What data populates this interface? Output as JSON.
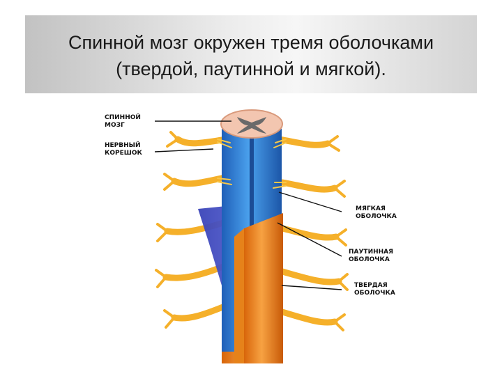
{
  "slide": {
    "title_line1": "Спинной мозг окружен тремя оболочками",
    "title_line2": "(твердой, паутинной и мягкой)."
  },
  "labels": {
    "spinal_cord": [
      "СПИННОЙ",
      "МОЗГ"
    ],
    "nerve_root": [
      "НЕРВНЫЙ",
      "КОРЕШОК"
    ],
    "pia_mater": [
      "МЯГКАЯ",
      "ОБОЛОЧКА"
    ],
    "arachnoid": [
      "ПАУТИННАЯ",
      "ОБОЛОЧКА"
    ],
    "dura_mater": [
      "ТВЕРДАЯ",
      "ОБОЛОЧКА"
    ]
  },
  "colors": {
    "pia": "#2f7fd6",
    "arachnoid": "#4a55c8",
    "dura": "#f08a1e",
    "nerve": "#f5b02a",
    "grey_matter": "#6a6a6a",
    "white_matter": "#f3c6b0"
  }
}
